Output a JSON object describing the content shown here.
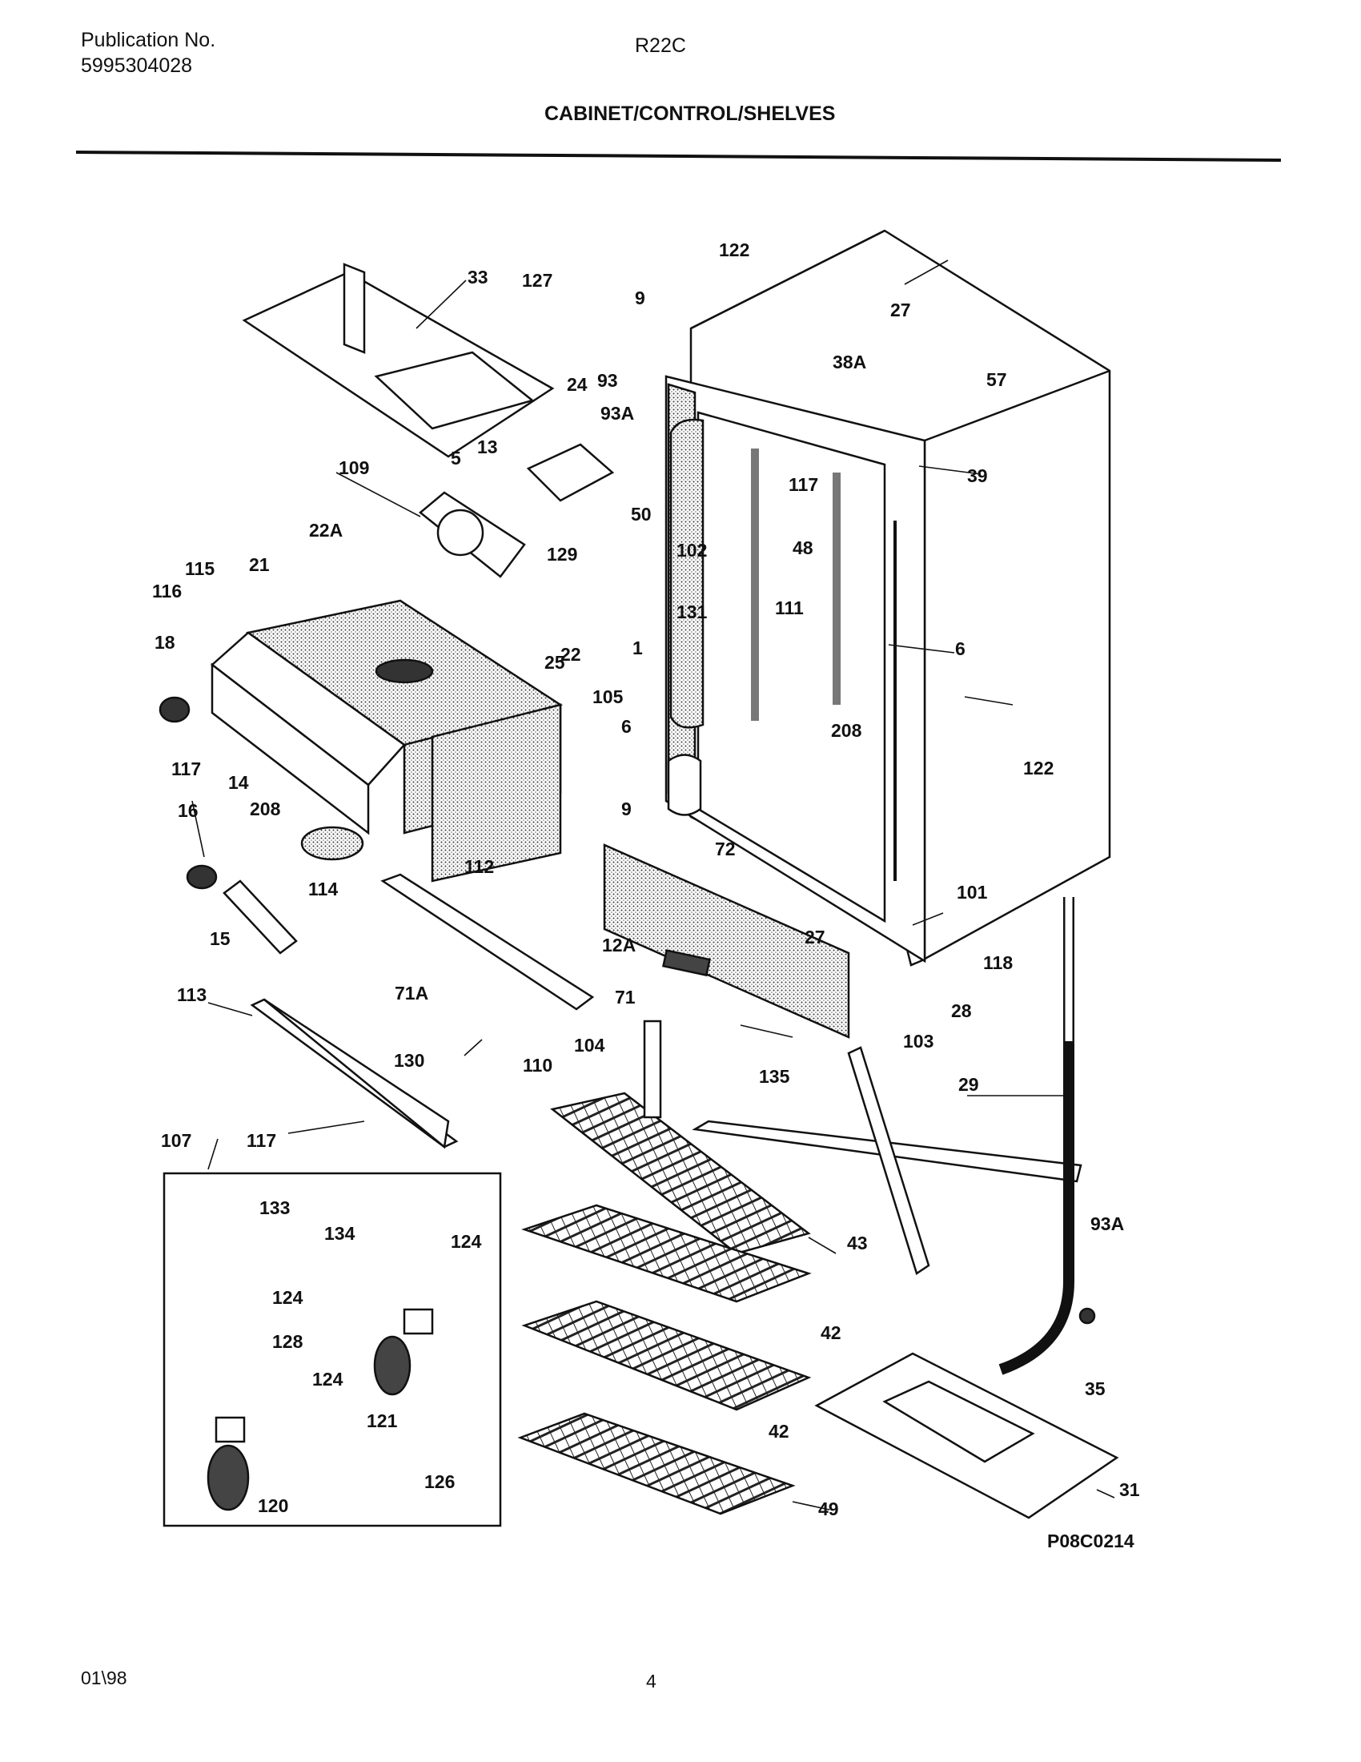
{
  "header": {
    "publication_label": "Publication No.",
    "publication_number": "5995304028",
    "model": "R22C",
    "section_title": "CABINET/CONTROL/SHELVES"
  },
  "diagram_code": "P08C0214",
  "part_labels": [
    "33",
    "127",
    "9",
    "122",
    "27",
    "38A",
    "57",
    "39",
    "24",
    "93",
    "93A",
    "13",
    "5",
    "109",
    "50",
    "117",
    "102",
    "48",
    "22A",
    "21",
    "115",
    "116",
    "129",
    "131",
    "111",
    "6",
    "1",
    "22",
    "25",
    "105",
    "18",
    "208",
    "117",
    "14",
    "122",
    "16",
    "208",
    "112",
    "114",
    "9",
    "15",
    "72",
    "101",
    "27",
    "12A",
    "118",
    "28",
    "71A",
    "71",
    "103",
    "113",
    "110",
    "104",
    "130",
    "135",
    "29",
    "107",
    "133",
    "134",
    "124",
    "43",
    "93A",
    "124",
    "128",
    "42",
    "124",
    "121",
    "35",
    "42",
    "126",
    "120",
    "49",
    "31",
    "117",
    "6"
  ],
  "footer": {
    "date": "01\\98",
    "page": "4"
  }
}
